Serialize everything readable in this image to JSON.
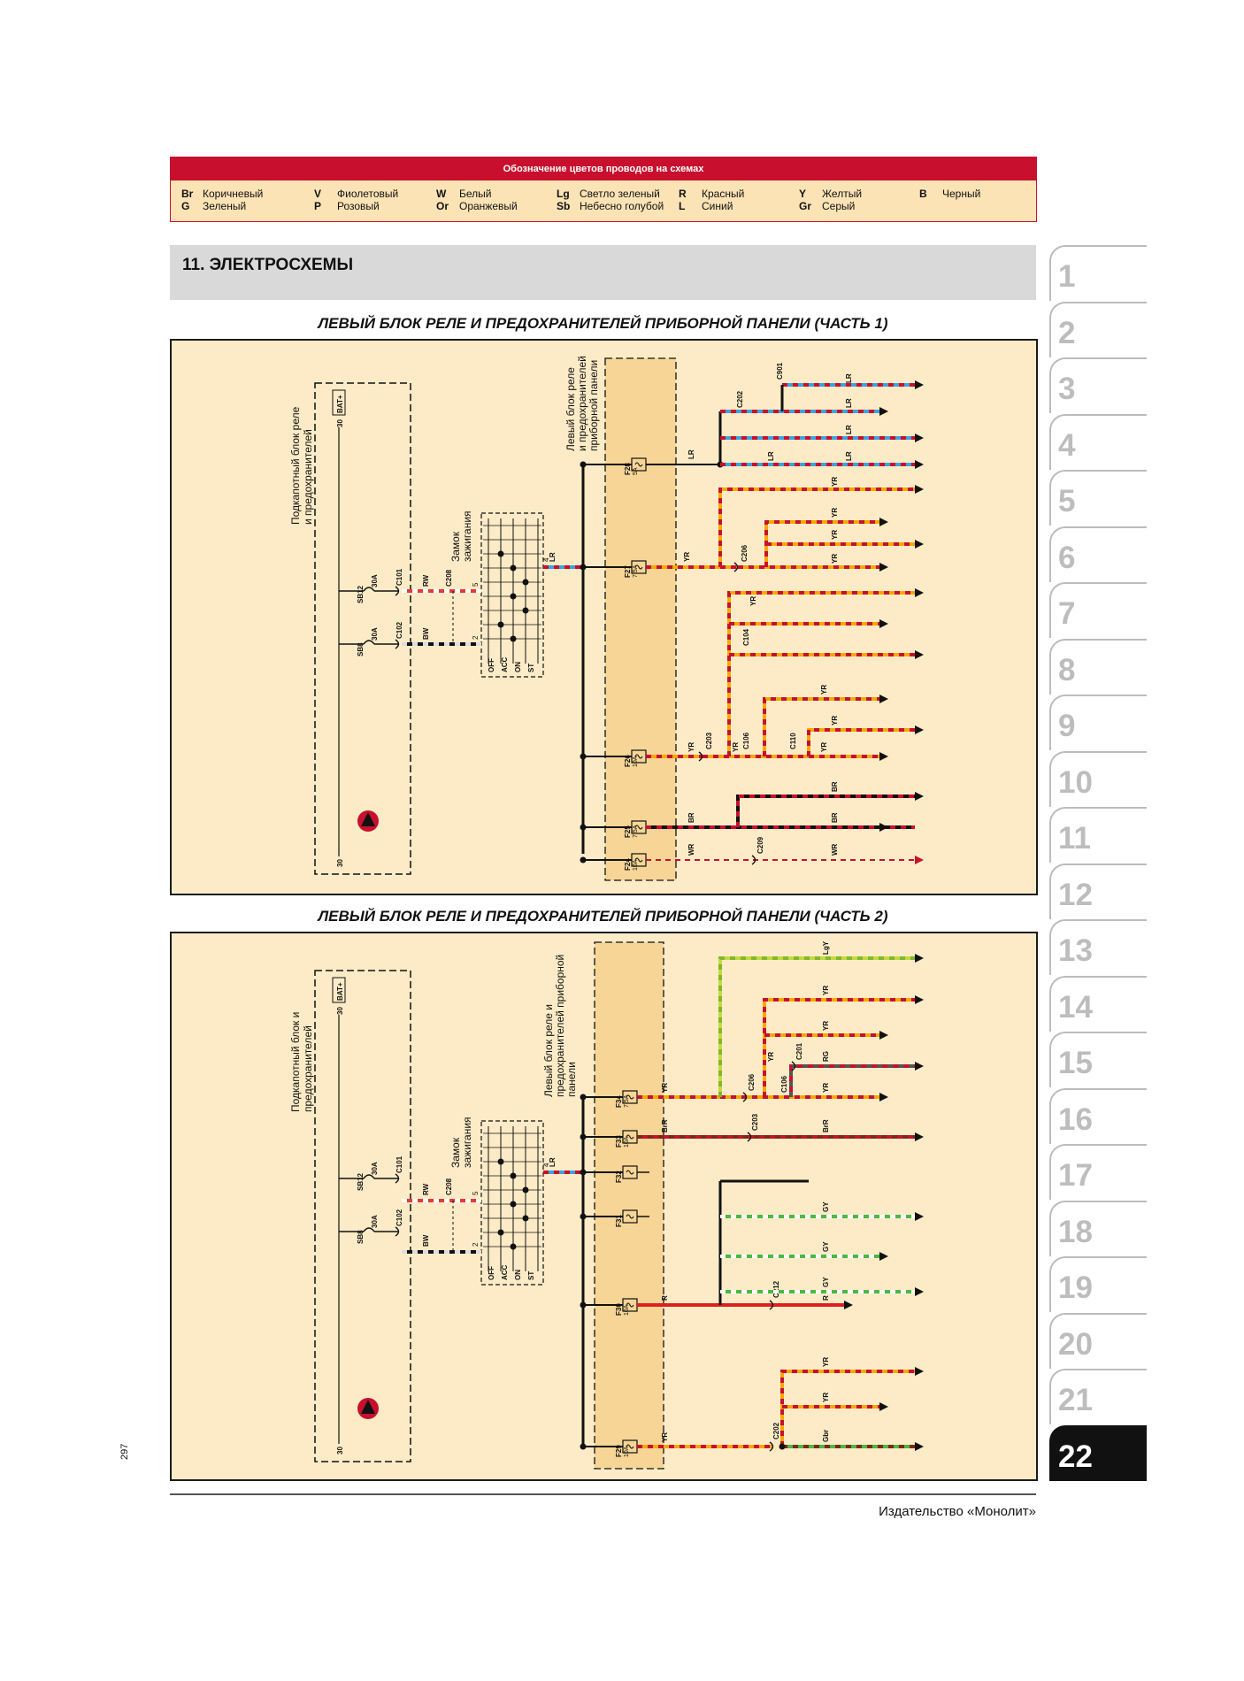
{
  "legend": {
    "title": "Обозначение цветов проводов на схемах",
    "row1": [
      {
        "code": "Br",
        "name": "Коричневый"
      },
      {
        "code": "V",
        "name": "Фиолетовый"
      },
      {
        "code": "W",
        "name": "Белый"
      },
      {
        "code": "Lg",
        "name": "Светло зеленый"
      },
      {
        "code": "R",
        "name": "Красный"
      },
      {
        "code": "Y",
        "name": "Желтый"
      },
      {
        "code": "B",
        "name": "Черный"
      }
    ],
    "row2": [
      {
        "code": "G",
        "name": "Зеленый"
      },
      {
        "code": "P",
        "name": "Розовый"
      },
      {
        "code": "Or",
        "name": "Оранжевый"
      },
      {
        "code": "Sb",
        "name": "Небесно голубой"
      },
      {
        "code": "L",
        "name": "Синий"
      },
      {
        "code": "Gr",
        "name": "Серый"
      }
    ]
  },
  "section": {
    "title": "11. ЭЛЕКТРОСХЕМЫ"
  },
  "diagram1": {
    "title": "ЛЕВЫЙ БЛОК РЕЛЕ И ПРЕДОХРАНИТЕЛЕЙ ПРИБОРНОЙ ПАНЕЛИ (ЧАСТЬ 1)",
    "hood_block": "Подкапотный блок реле\nи предохранителей",
    "left_block": "Левый блок реле\nи предохранителей\nприборной панели",
    "ignition": "Замок\nзажигания",
    "bat": "BAT+",
    "fuses": [
      "F28",
      "F27",
      "F26",
      "F25",
      "F24"
    ],
    "fuse_ratings": [
      "5A",
      "7.5A",
      "10A",
      "7.5A",
      "10A"
    ],
    "sb": [
      "SB12",
      "SB8"
    ],
    "sb_ratings": [
      "30A",
      "30A"
    ],
    "connectors": [
      "C101",
      "C102",
      "C208",
      "C202",
      "C901",
      "C206",
      "C104",
      "C203",
      "C106",
      "C110",
      "C209"
    ],
    "switch_pos": [
      "OFF",
      "ACC",
      "ON",
      "ST"
    ],
    "wires": {
      "rw": "RW",
      "bw": "BW",
      "lr": "LR",
      "yr": "YR",
      "br": "BR",
      "wr": "WR"
    },
    "pins": {
      "p30": "30",
      "p5": "5",
      "p2": "2",
      "p4": "4"
    }
  },
  "diagram2": {
    "title": "ЛЕВЫЙ БЛОК РЕЛЕ И ПРЕДОХРАНИТЕЛЕЙ ПРИБОРНОЙ ПАНЕЛИ (ЧАСТЬ 2)",
    "hood_block": "Подкапотный блок и\nпредохранителей",
    "left_block": "Левый блок реле и\nпредохранителей приборной\nпанели",
    "ignition": "Замок\nзажигания",
    "bat": "BAT+",
    "fuses": [
      "F34",
      "F33",
      "F32",
      "F31",
      "F30",
      "F29"
    ],
    "fuse_ratings": [
      "7.5A",
      "10A",
      "",
      "",
      "10A",
      "10A"
    ],
    "sb": [
      "SB12",
      "SB8"
    ],
    "sb_ratings": [
      "30A",
      "30A"
    ],
    "connectors": [
      "C101",
      "C102",
      "C208",
      "C206",
      "C106",
      "C201",
      "C203",
      "C212",
      "C202"
    ],
    "switch_pos": [
      "OFF",
      "ACC",
      "ON",
      "ST"
    ],
    "wires": {
      "rw": "RW",
      "bw": "BW",
      "lr": "LR",
      "yr": "YR",
      "lgy": "LgY",
      "rg": "RG",
      "brr": "BrR",
      "gy": "GY",
      "r": "R",
      "gbr": "Gbr"
    },
    "pins": {
      "p30": "30",
      "p5": "5",
      "p2": "2",
      "p4": "4"
    }
  },
  "tabs": [
    "1",
    "2",
    "3",
    "4",
    "5",
    "6",
    "7",
    "8",
    "9",
    "10",
    "11",
    "12",
    "13",
    "14",
    "15",
    "16",
    "17",
    "18",
    "19",
    "20",
    "21",
    "22"
  ],
  "active_tab": "22",
  "page_number": "297",
  "publisher": "Издательство «Монолит»",
  "colors": {
    "red": "#c8102e",
    "panel": "#fcebc6",
    "legend_bg": "#fbe3b5",
    "yr": "#f2a900",
    "lr": "#3da2de",
    "br": "#7a2a16"
  }
}
